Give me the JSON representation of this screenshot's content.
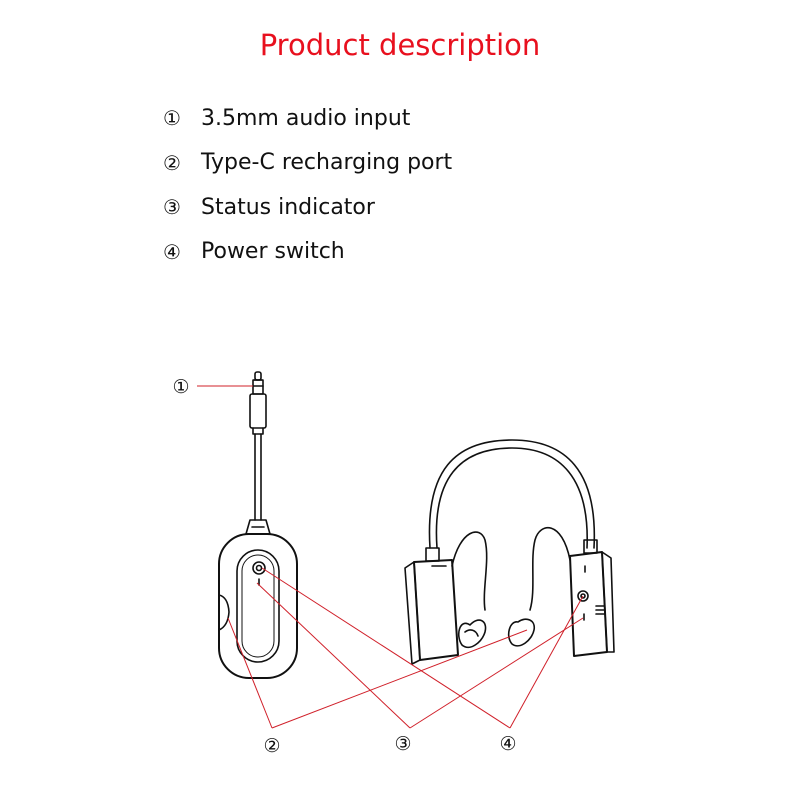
{
  "title": "Product description",
  "features": [
    {
      "number": "①",
      "label": "3.5mm audio input"
    },
    {
      "number": "②",
      "label": "Type-C recharging port"
    },
    {
      "number": "③",
      "label": "Status indicator"
    },
    {
      "number": "④",
      "label": "Power switch"
    }
  ],
  "callouts": {
    "c1": "①",
    "c2": "②",
    "c3": "③",
    "c4": "④"
  },
  "colors": {
    "title": "#e8101e",
    "leader_lines": "#d0202a",
    "drawing": "#111111"
  }
}
